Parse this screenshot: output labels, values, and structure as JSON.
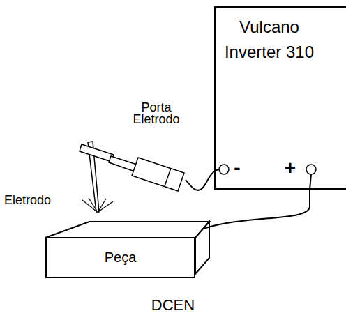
{
  "diagram": {
    "caption": "DCEN",
    "nodes": [
      {
        "text": [
          "Vulcano Inverter 310"
        ]
      },
      {
        "text": [
          "Peça"
        ]
      }
    ],
    "edges": [
      {
        "from": 0,
        "to": 1,
        "arrow": "none"
      }
    ],
    "labels": [
      "-",
      "+",
      "Porta Eletrodo",
      "Eletrodo"
    ]
  }
}
